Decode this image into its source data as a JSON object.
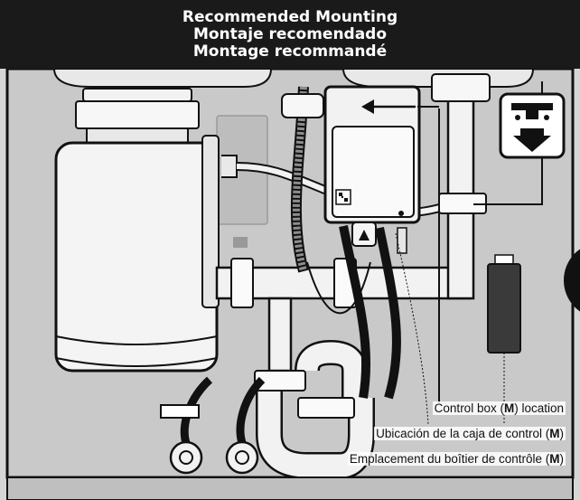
{
  "header": {
    "title_en": "Recommended Mounting",
    "title_es": "Montaje recomendado",
    "title_fr": "Montage recommandé"
  },
  "labels": {
    "en": {
      "prefix": "Control box (",
      "code": "M",
      "suffix": ") location"
    },
    "es": {
      "prefix": "Ubicación de la caja de control (",
      "code": "M",
      "suffix": ")"
    },
    "fr": {
      "prefix": "Emplacement du boîtier de contrôle (",
      "code": "M",
      "suffix": ")"
    }
  },
  "icons": {
    "mount_direction": "mount-downward-arrow-icon"
  },
  "colors": {
    "header_bg": "#1a1a1a",
    "cabinet_gray": "#d3d3d3",
    "outline": "#111111"
  }
}
